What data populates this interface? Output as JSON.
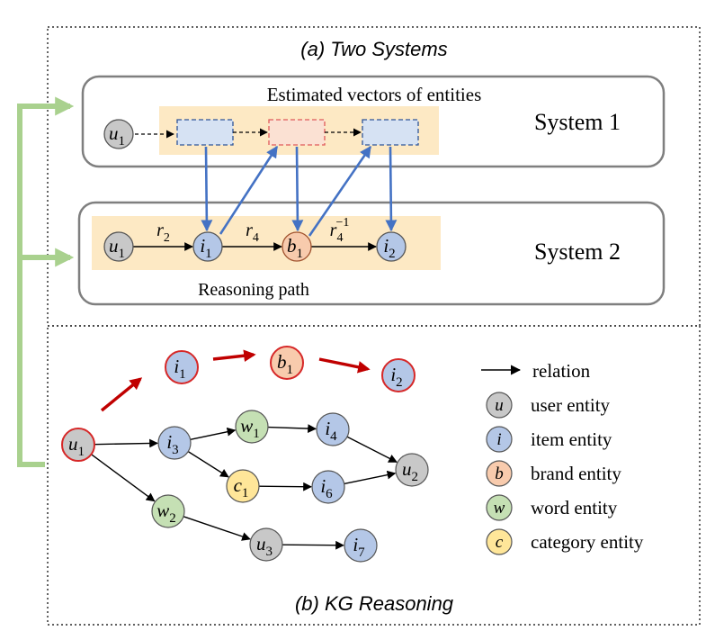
{
  "top_caption": "(a) Two Systems",
  "bottom_caption": "(b) KG Reasoning",
  "system1": {
    "label": "System 1",
    "band_label": "Estimated vectors of entities",
    "start_node": {
      "sym": "u",
      "sub": "1"
    }
  },
  "system2": {
    "label": "System 2",
    "band_label": "Reasoning path",
    "nodes": [
      {
        "sym": "u",
        "sub": "1"
      },
      {
        "sym": "i",
        "sub": "1"
      },
      {
        "sym": "b",
        "sub": "1"
      },
      {
        "sym": "i",
        "sub": "2"
      }
    ],
    "relations": [
      {
        "sym": "r",
        "sub": "2",
        "sup": ""
      },
      {
        "sym": "r",
        "sub": "4",
        "sup": ""
      },
      {
        "sym": "r",
        "sub": "4",
        "sup": "−1"
      }
    ]
  },
  "kg_nodes": [
    {
      "id": "u1",
      "sym": "u",
      "sub": "1"
    },
    {
      "id": "i1",
      "sym": "i",
      "sub": "1"
    },
    {
      "id": "b1",
      "sym": "b",
      "sub": "1"
    },
    {
      "id": "i2",
      "sym": "i",
      "sub": "2"
    },
    {
      "id": "i3",
      "sym": "i",
      "sub": "3"
    },
    {
      "id": "w1",
      "sym": "w",
      "sub": "1"
    },
    {
      "id": "i4",
      "sym": "i",
      "sub": "4"
    },
    {
      "id": "c1",
      "sym": "c",
      "sub": "1"
    },
    {
      "id": "i6",
      "sym": "i",
      "sub": "6"
    },
    {
      "id": "u2",
      "sym": "u",
      "sub": "2"
    },
    {
      "id": "w2",
      "sym": "w",
      "sub": "2"
    },
    {
      "id": "u3",
      "sym": "u",
      "sub": "3"
    },
    {
      "id": "i7",
      "sym": "i",
      "sub": "7"
    }
  ],
  "legend": {
    "relation_label": "relation",
    "items": [
      {
        "sym": "u",
        "label": "user entity"
      },
      {
        "sym": "i",
        "label": "item entity"
      },
      {
        "sym": "b",
        "label": "brand entity"
      },
      {
        "sym": "w",
        "label": "word entity"
      },
      {
        "sym": "c",
        "label": "category entity"
      }
    ]
  },
  "colors": {
    "user": "#c8c8c8",
    "item": "#b4c7e7",
    "brand": "#f8cbad",
    "word": "#c5e0b4",
    "category": "#ffe699",
    "highlight_band": "#fde9c4",
    "vector_box": "#d6e2f3",
    "vector_box_red": "#fbe1d3",
    "blue_arrow": "#4472c4",
    "green_bracket": "#a9d18e",
    "red_arrow": "#c00000"
  }
}
